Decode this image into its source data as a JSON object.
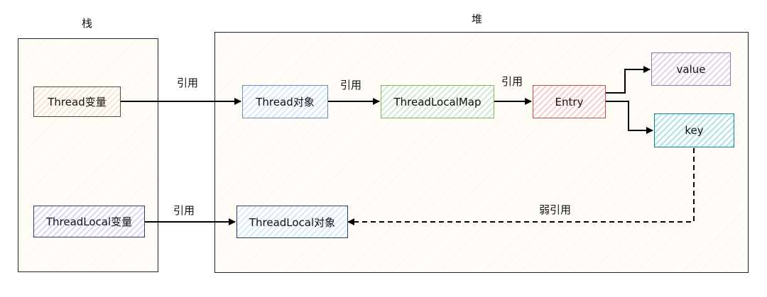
{
  "regions": {
    "stack": {
      "title": "栈"
    },
    "heap": {
      "title": "堆"
    }
  },
  "nodes": {
    "thread_var": {
      "label": "Thread变量",
      "border": "#4a4a4a",
      "fill": "#fbe7cf"
    },
    "threadlocal_var": {
      "label": "ThreadLocal变量",
      "border": "#3a3a6a",
      "fill": "#dcd8f5"
    },
    "thread_obj": {
      "label": "Thread对象",
      "border": "#6c8ebf",
      "fill": "#dae8fc"
    },
    "threadlocalmap": {
      "label": "ThreadLocalMap",
      "border": "#82b366",
      "fill": "#d5e8d4"
    },
    "entry": {
      "label": "Entry",
      "border": "#b85450",
      "fill": "#f8cecc"
    },
    "value": {
      "label": "value",
      "border": "#9673a6",
      "fill": "#e1d5e7"
    },
    "key": {
      "label": "key",
      "border": "#0e8088",
      "fill": "#b0e3e6"
    },
    "threadlocal_obj": {
      "label": "ThreadLocal对象",
      "border": "#23445d",
      "fill": "#dae8fc"
    }
  },
  "edges": {
    "ref1": {
      "label": "引用"
    },
    "ref2": {
      "label": "引用"
    },
    "ref3": {
      "label": "引用"
    },
    "ref4": {
      "label": "引用"
    },
    "weak": {
      "label": "弱引用"
    }
  }
}
